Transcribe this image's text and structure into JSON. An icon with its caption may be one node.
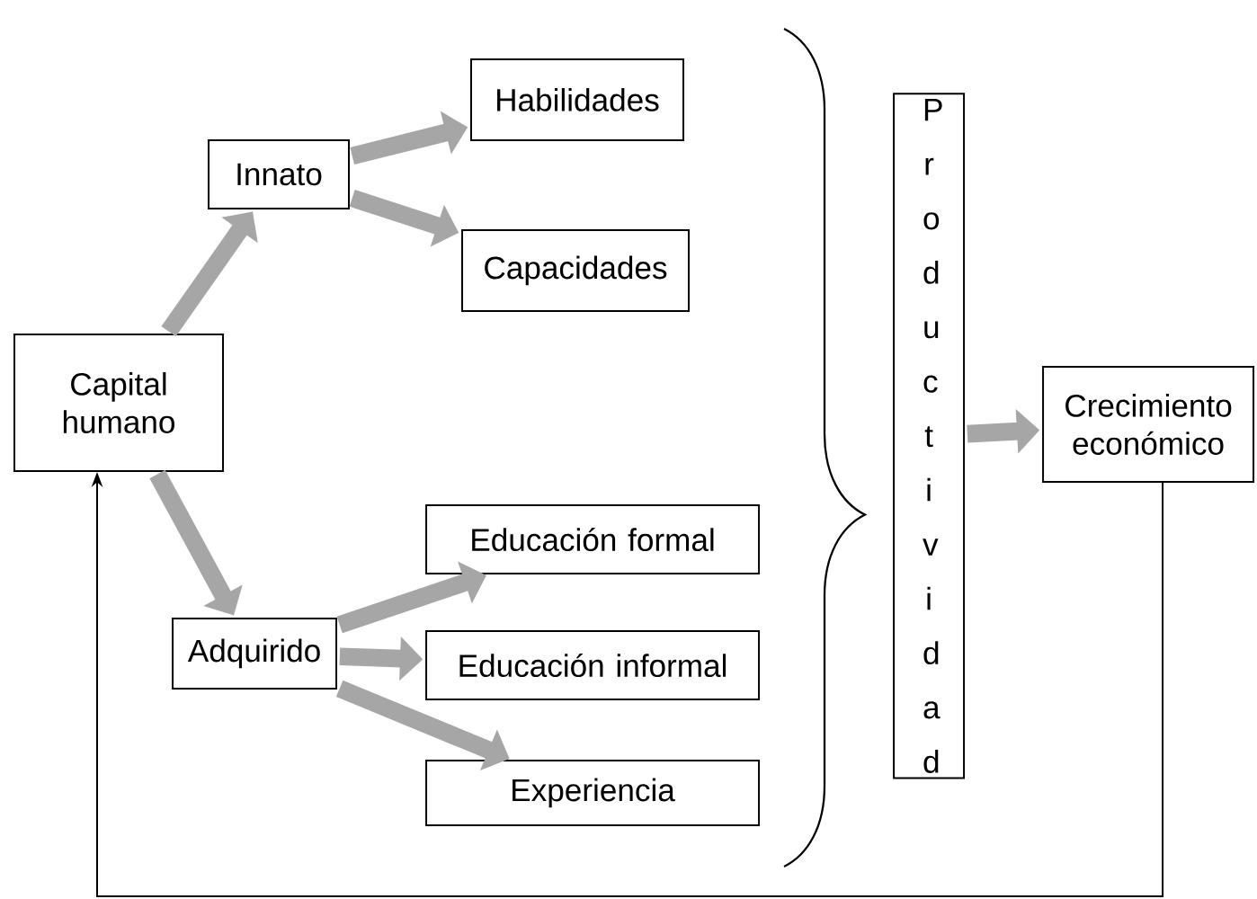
{
  "diagram": {
    "nodes": [
      {
        "text": [
          "Capital humano"
        ]
      },
      {
        "text": [
          "Innato"
        ]
      },
      {
        "text": [
          "Habilidades"
        ]
      },
      {
        "text": [
          "Capacidades"
        ]
      },
      {
        "text": [
          "Adquirido"
        ]
      },
      {
        "text": [
          "Educación formal"
        ]
      },
      {
        "text": [
          "Educación informal"
        ]
      },
      {
        "text": [
          "Experiencia"
        ]
      },
      {
        "text": [
          "Productividad"
        ]
      },
      {
        "text": [
          "Crecimiento económico"
        ]
      }
    ],
    "edges": [
      {
        "from": 0,
        "to": 1,
        "arrow": "to"
      },
      {
        "from": 1,
        "to": 2,
        "arrow": "to"
      },
      {
        "from": 1,
        "to": 3,
        "arrow": "to"
      },
      {
        "from": 0,
        "to": 4,
        "arrow": "to"
      },
      {
        "from": 4,
        "to": 5,
        "arrow": "to"
      },
      {
        "from": 4,
        "to": 6,
        "arrow": "to"
      },
      {
        "from": 4,
        "to": 7,
        "arrow": "to"
      },
      {
        "from": 8,
        "to": 9,
        "arrow": "to"
      },
      {
        "from": 9,
        "to": 0,
        "arrow": "to",
        "color": "#000000"
      }
    ]
  }
}
